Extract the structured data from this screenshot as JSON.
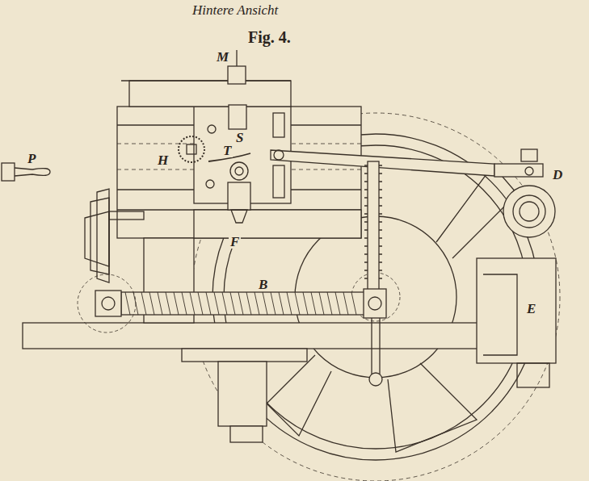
{
  "diagram": {
    "title": "Fig. 4.",
    "labels": [
      "Hintere Ansicht",
      "M",
      "S",
      "H",
      "T",
      "P",
      "D",
      "F",
      "B",
      "E"
    ]
  }
}
